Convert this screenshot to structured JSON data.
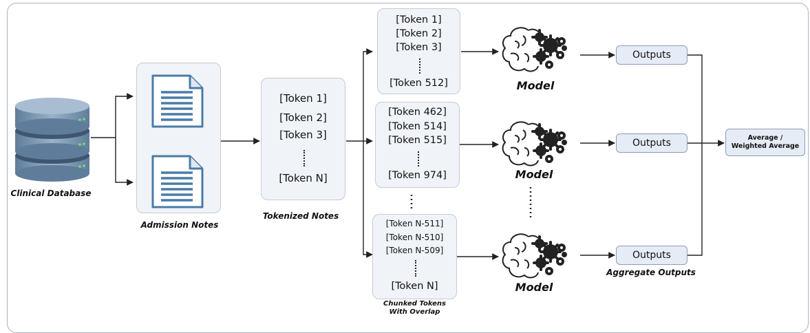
{
  "database": {
    "label": "Clinical Database"
  },
  "admission": {
    "label": "Admission Notes"
  },
  "tokenized": {
    "label": "Tokenized Notes",
    "tokens": [
      "[Token 1]",
      "[Token 2]",
      "[Token 3]",
      "[Token N]"
    ]
  },
  "chunks": [
    {
      "tokens": [
        "[Token 1]",
        "[Token 2]",
        "[Token 3]",
        "[Token 512]"
      ]
    },
    {
      "tokens": [
        "[Token 462]",
        "[Token 514]",
        "[Token 515]",
        "[Token 974]"
      ]
    },
    {
      "tokens": [
        "[Token N-511]",
        "[Token N-510]",
        "[Token N-509]",
        "[Token N]"
      ]
    }
  ],
  "chunks_label": [
    "Chunked Tokens",
    "With Overlap"
  ],
  "models": [
    {
      "label": "Model"
    },
    {
      "label": "Model"
    },
    {
      "label": "Model"
    }
  ],
  "outputs": [
    {
      "label": "Outputs"
    },
    {
      "label": "Outputs"
    },
    {
      "label": "Outputs"
    }
  ],
  "aggregate_label": "Aggregate Outputs",
  "average": [
    "Average /",
    "Weighted Average"
  ],
  "colors": {
    "frame": "#a9b0bd",
    "box_fill": "#f0f3f8",
    "database": "#7f9ab5",
    "document": "#4a7ba6"
  }
}
